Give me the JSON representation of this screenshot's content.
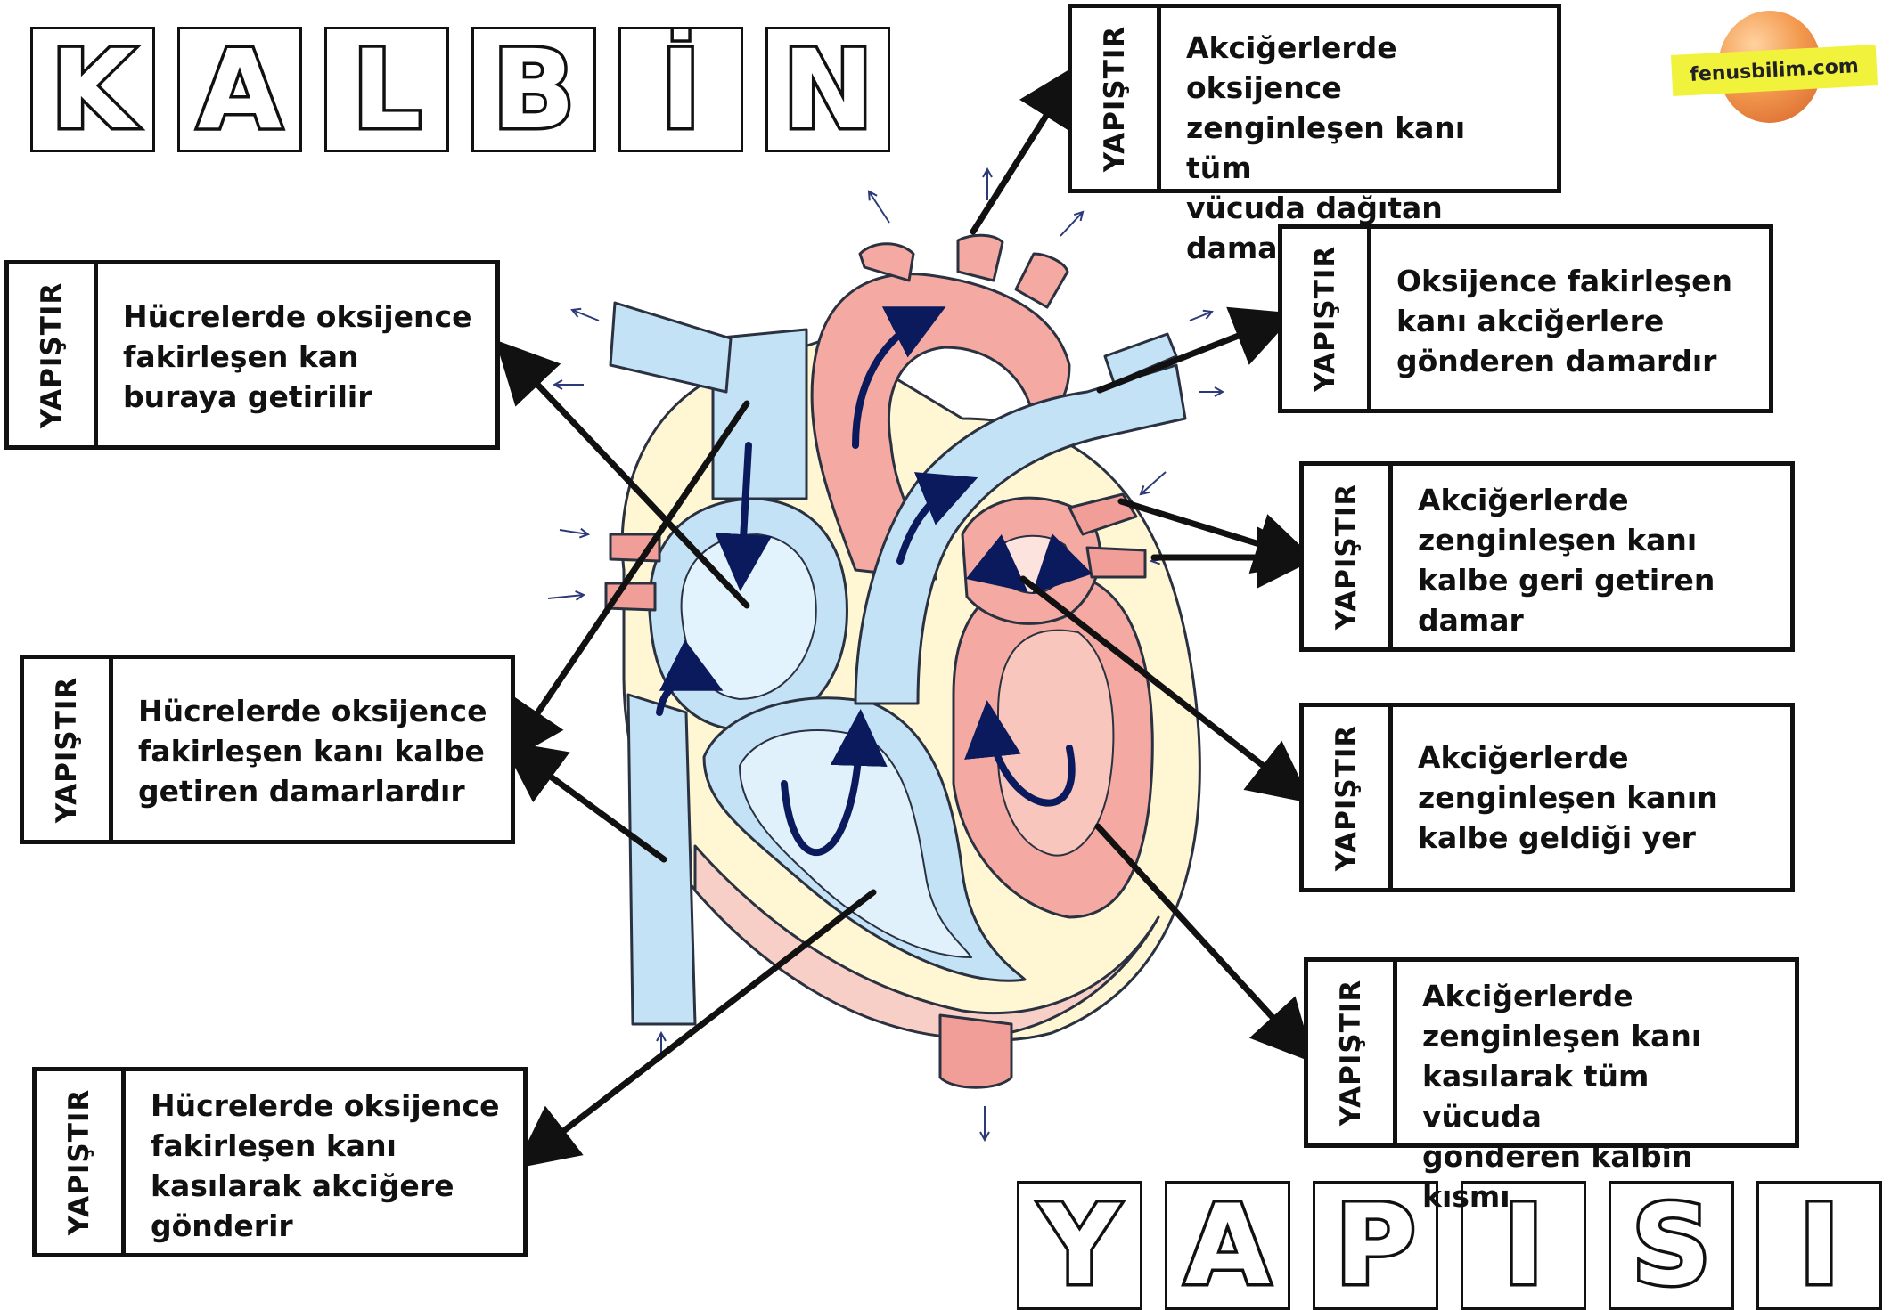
{
  "title_top": [
    "K",
    "A",
    "L",
    "B",
    "İ",
    "N"
  ],
  "title_bottom": [
    "Y",
    "A",
    "P",
    "I",
    "S",
    "I"
  ],
  "tab_label": "YAPIŞTIR",
  "logo_text": "fenusbilim.com",
  "cards": {
    "aorta": [
      "Akciğerlerde oksijence",
      "zenginleşen kanı tüm",
      "vücuda dağıtan",
      "damardır"
    ],
    "pulmonary_artery": [
      "Oksijence fakirleşen",
      "kanı akciğerlere",
      "gönderen damardır"
    ],
    "pulmonary_veins": [
      "Akciğerlerde",
      "zenginleşen kanı",
      "kalbe geri getiren",
      "damar"
    ],
    "left_atrium": [
      "Akciğerlerde",
      "zenginleşen kanın",
      "kalbe geldiği yer"
    ],
    "left_ventricle": [
      "Akciğerlerde",
      "zenginleşen kanı",
      "kasılarak tüm vücuda",
      "gönderen kalbin kısmı"
    ],
    "right_atrium": [
      "Hücrelerde oksijence",
      "fakirleşen kan",
      "buraya getirilir"
    ],
    "vena_cava": [
      "Hücrelerde oksijence",
      "fakirleşen kanı kalbe",
      "getiren damarlardır"
    ],
    "right_ventricle": [
      "Hücrelerde oksijence",
      "fakirleşen kanı",
      "kasılarak akciğere",
      "gönderir"
    ]
  },
  "colors": {
    "deoxygenated": "#bfe0f5",
    "oxygenated": "#f4a9a4",
    "muscle": "#fff7d6",
    "flow_arrow": "#0a1a5c",
    "outline": "#111111"
  }
}
